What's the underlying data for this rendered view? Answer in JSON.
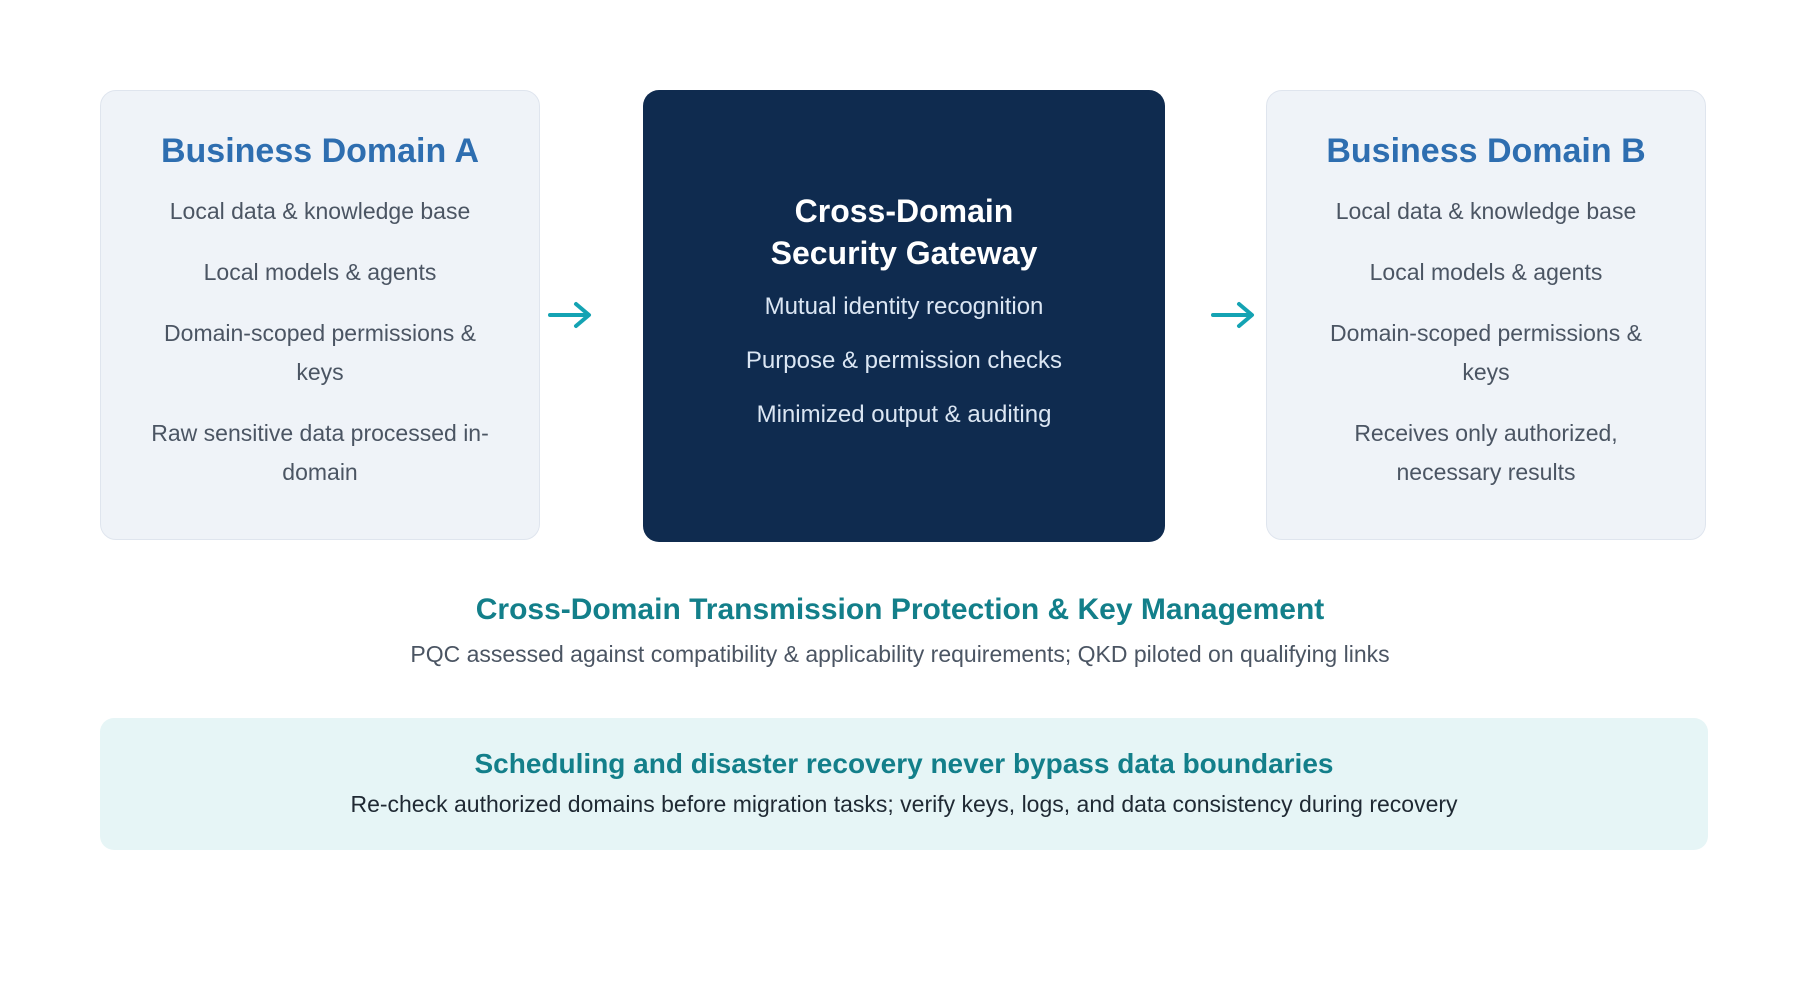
{
  "domain_a": {
    "title": "Business Domain A",
    "items": [
      "Local data & knowledge base",
      "Local models & agents",
      "Domain-scoped permissions & keys",
      "Raw sensitive data processed in-domain"
    ]
  },
  "gateway": {
    "title_line1": "Cross-Domain",
    "title_line2": "Security Gateway",
    "items": [
      "Mutual identity recognition",
      "Purpose & permission checks",
      "Minimized output & auditing"
    ]
  },
  "domain_b": {
    "title": "Business Domain B",
    "items": [
      "Local data & knowledge base",
      "Local models & agents",
      "Domain-scoped permissions & keys",
      "Receives only authorized, necessary results"
    ]
  },
  "transmission": {
    "title": "Cross-Domain Transmission Protection & Key Management",
    "subtitle": "PQC assessed against compatibility & applicability requirements; QKD piloted on qualifying links"
  },
  "banner": {
    "title": "Scheduling and disaster recovery never bypass data boundaries",
    "subtitle": "Re-check authorized domains before migration tasks; verify keys, logs, and data consistency during recovery"
  },
  "colors": {
    "domain_title": "#2e6eb0",
    "gateway_bg": "#0f2b4f",
    "teal_accent": "#137f8a",
    "arrow": "#14a3b3",
    "card_bg": "#eff3f8",
    "banner_bg": "#e6f5f6"
  },
  "icons": {
    "flow_arrow": "arrow-right-icon"
  }
}
